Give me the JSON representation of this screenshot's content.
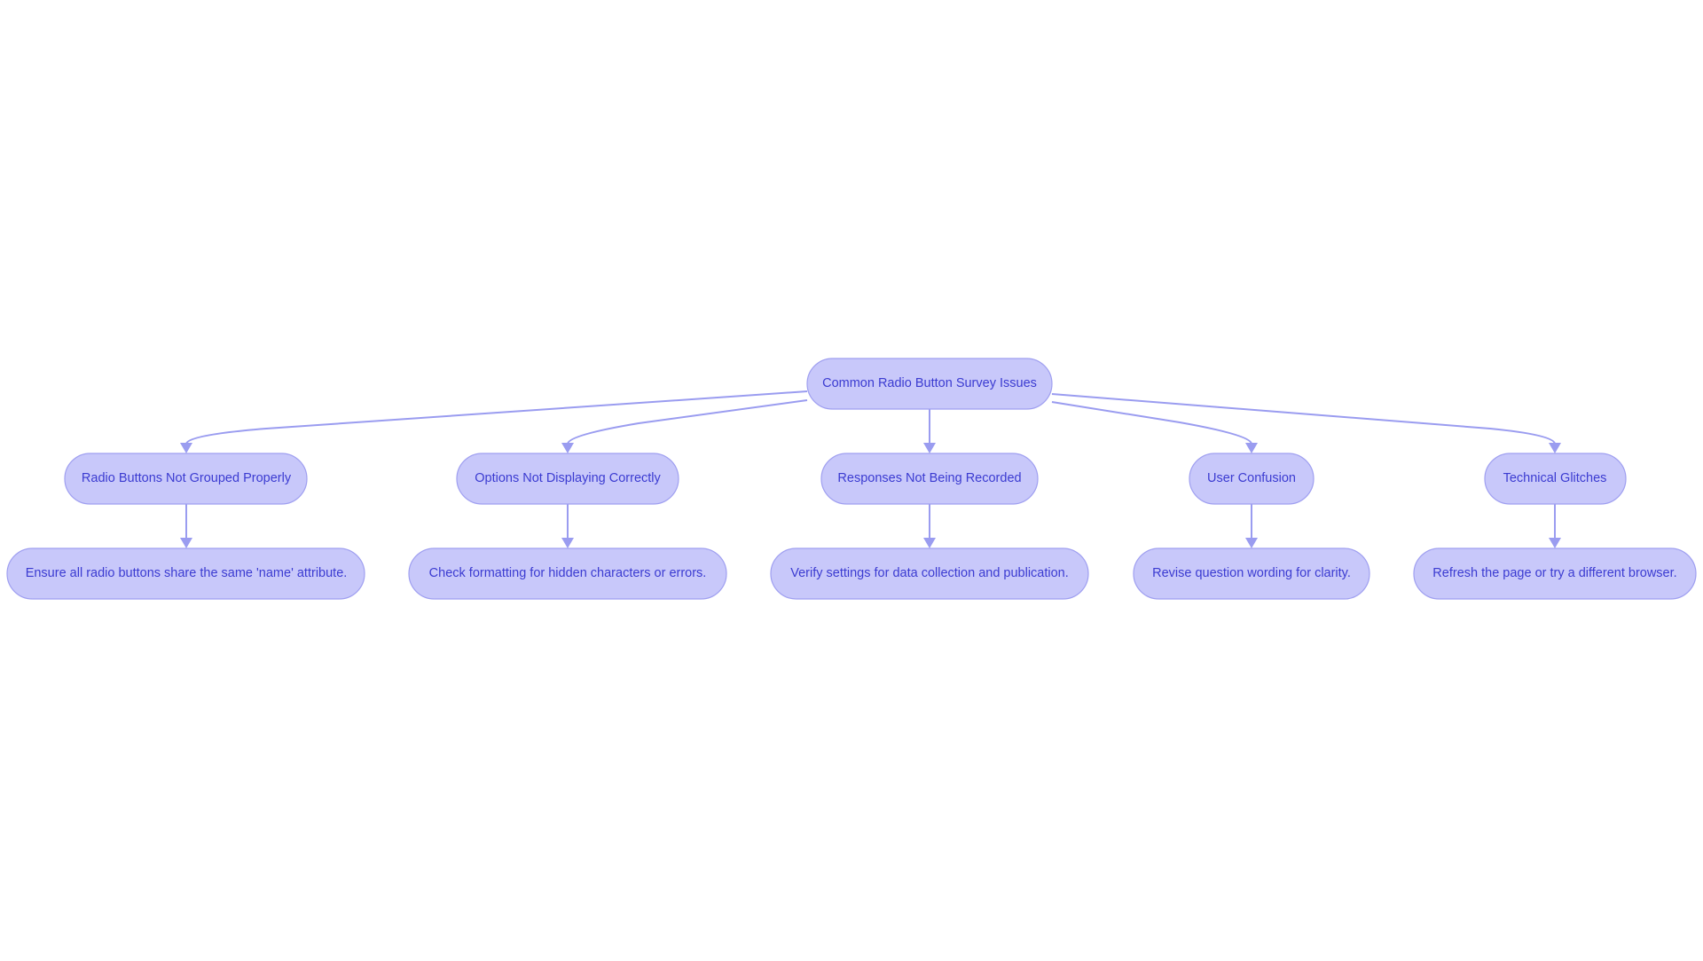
{
  "diagram": {
    "root": {
      "label": "Common Radio Button Survey Issues"
    },
    "issues": [
      {
        "label": "Radio Buttons Not Grouped Properly",
        "solution": "Ensure all radio buttons share the same 'name' attribute."
      },
      {
        "label": "Options Not Displaying Correctly",
        "solution": "Check formatting for hidden characters or errors."
      },
      {
        "label": "Responses Not Being Recorded",
        "solution": "Verify settings for data collection and publication."
      },
      {
        "label": "User Confusion",
        "solution": "Revise question wording for clarity."
      },
      {
        "label": "Technical Glitches",
        "solution": "Refresh the page or try a different browser."
      }
    ]
  },
  "colors": {
    "node_fill": "#c8c8fa",
    "node_stroke": "#9f9ff0",
    "text": "#3b3bd1",
    "edge": "#9a9cf0"
  }
}
